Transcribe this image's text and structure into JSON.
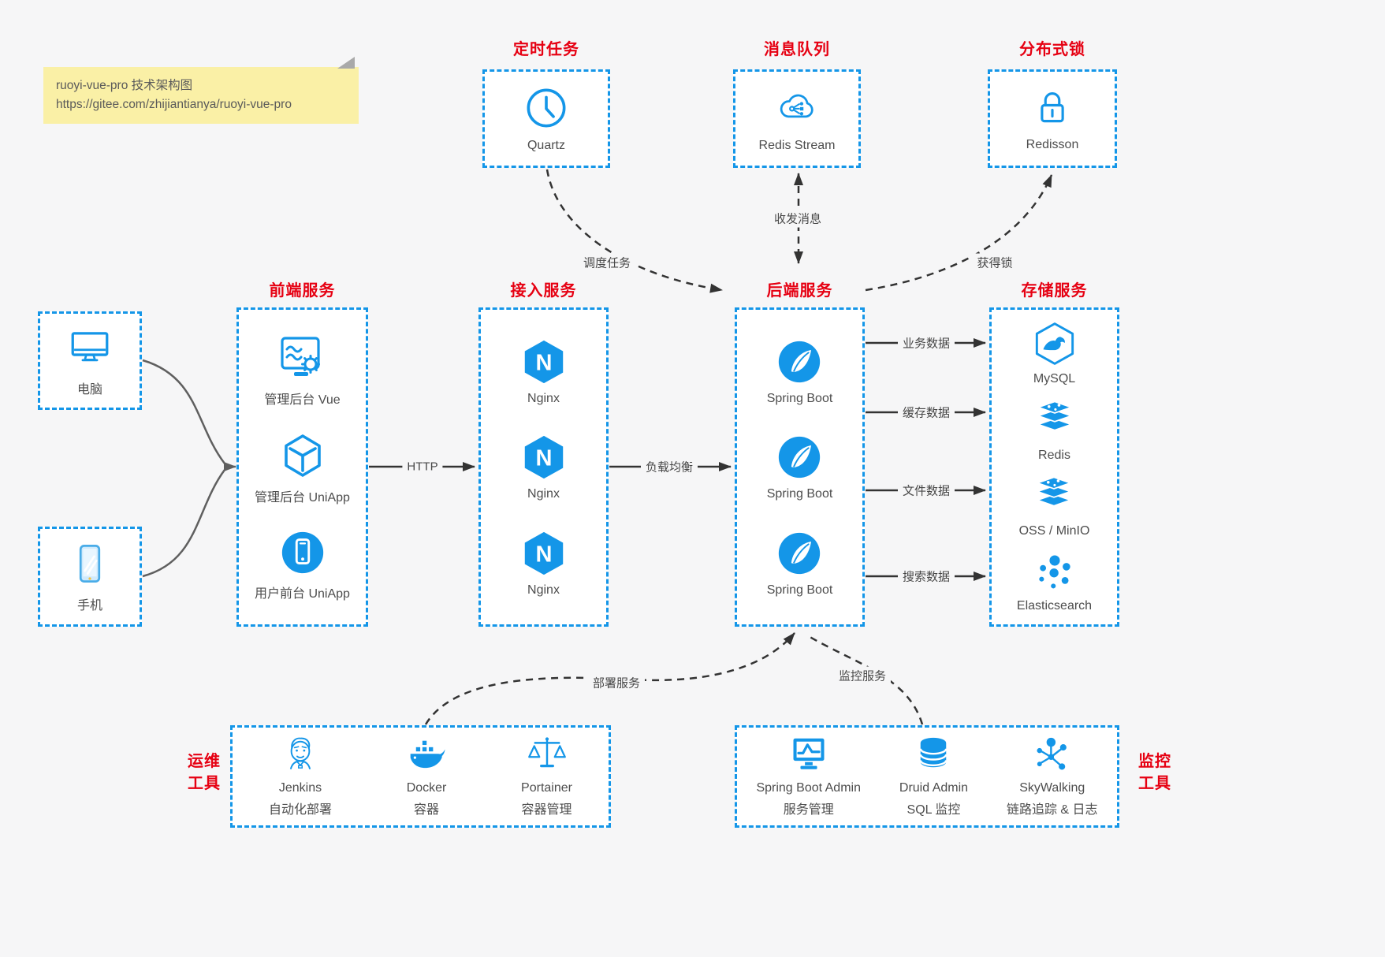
{
  "note": {
    "line1": "ruoyi-vue-pro 技术架构图",
    "line2": "https://gitee.com/zhijiantianya/ruoyi-vue-pro"
  },
  "colors": {
    "accent_blue": "#1496e8",
    "title_red": "#e60012",
    "note_bg": "#faf0a6",
    "line_dark": "#3a3a3a",
    "line_gray": "#666666",
    "background": "#f6f6f7"
  },
  "top_boxes": [
    {
      "title": "定时任务",
      "icon": "clock-icon",
      "label": "Quartz"
    },
    {
      "title": "消息队列",
      "icon": "redis-stream-cloud-icon",
      "label": "Redis Stream"
    },
    {
      "title": "分布式锁",
      "icon": "lock-icon",
      "label": "Redisson"
    }
  ],
  "clients": [
    {
      "icon": "desktop-icon",
      "label": "电脑"
    },
    {
      "icon": "mobile-icon",
      "label": "手机"
    }
  ],
  "columns": [
    {
      "title": "前端服务",
      "items": [
        {
          "icon": "admin-vue-icon",
          "label": "管理后台 Vue"
        },
        {
          "icon": "uniapp-cube-icon",
          "label": "管理后台 UniApp"
        },
        {
          "icon": "user-app-icon",
          "label": "用户前台 UniApp"
        }
      ]
    },
    {
      "title": "接入服务",
      "items": [
        {
          "icon": "nginx-icon",
          "label": "Nginx"
        },
        {
          "icon": "nginx-icon",
          "label": "Nginx"
        },
        {
          "icon": "nginx-icon",
          "label": "Nginx"
        }
      ]
    },
    {
      "title": "后端服务",
      "items": [
        {
          "icon": "spring-boot-icon",
          "label": "Spring Boot"
        },
        {
          "icon": "spring-boot-icon",
          "label": "Spring Boot"
        },
        {
          "icon": "spring-boot-icon",
          "label": "Spring Boot"
        }
      ]
    },
    {
      "title": "存储服务",
      "items": [
        {
          "icon": "mysql-icon",
          "label": "MySQL"
        },
        {
          "icon": "redis-stack-icon",
          "label": "Redis"
        },
        {
          "icon": "redis-stack-icon",
          "label": "OSS / MinIO"
        },
        {
          "icon": "elasticsearch-icon",
          "label": "Elasticsearch"
        }
      ]
    }
  ],
  "bottom_boxes": [
    {
      "side_label_line1": "运维",
      "side_label_line2": "工具",
      "items": [
        {
          "icon": "jenkins-icon",
          "label": "Jenkins",
          "sublabel": "自动化部署"
        },
        {
          "icon": "docker-icon",
          "label": "Docker",
          "sublabel": "容器"
        },
        {
          "icon": "portainer-icon",
          "label": "Portainer",
          "sublabel": "容器管理"
        }
      ]
    },
    {
      "side_label_line1": "监控",
      "side_label_line2": "工具",
      "items": [
        {
          "icon": "spring-boot-admin-icon",
          "label": "Spring Boot Admin",
          "sublabel": "服务管理"
        },
        {
          "icon": "druid-icon",
          "label": "Druid Admin",
          "sublabel": "SQL 监控"
        },
        {
          "icon": "skywalking-icon",
          "label": "SkyWalking",
          "sublabel": "链路追踪 & 日志"
        }
      ]
    }
  ],
  "edges": {
    "http": "HTTP",
    "load_balance": "负载均衡",
    "business_data": "业务数据",
    "cache_data": "缓存数据",
    "file_data": "文件数据",
    "search_data": "搜索数据",
    "schedule_task": "调度任务",
    "send_receive_message": "收发消息",
    "acquire_lock": "获得锁",
    "deploy_service": "部署服务",
    "monitor_service": "监控服务"
  }
}
